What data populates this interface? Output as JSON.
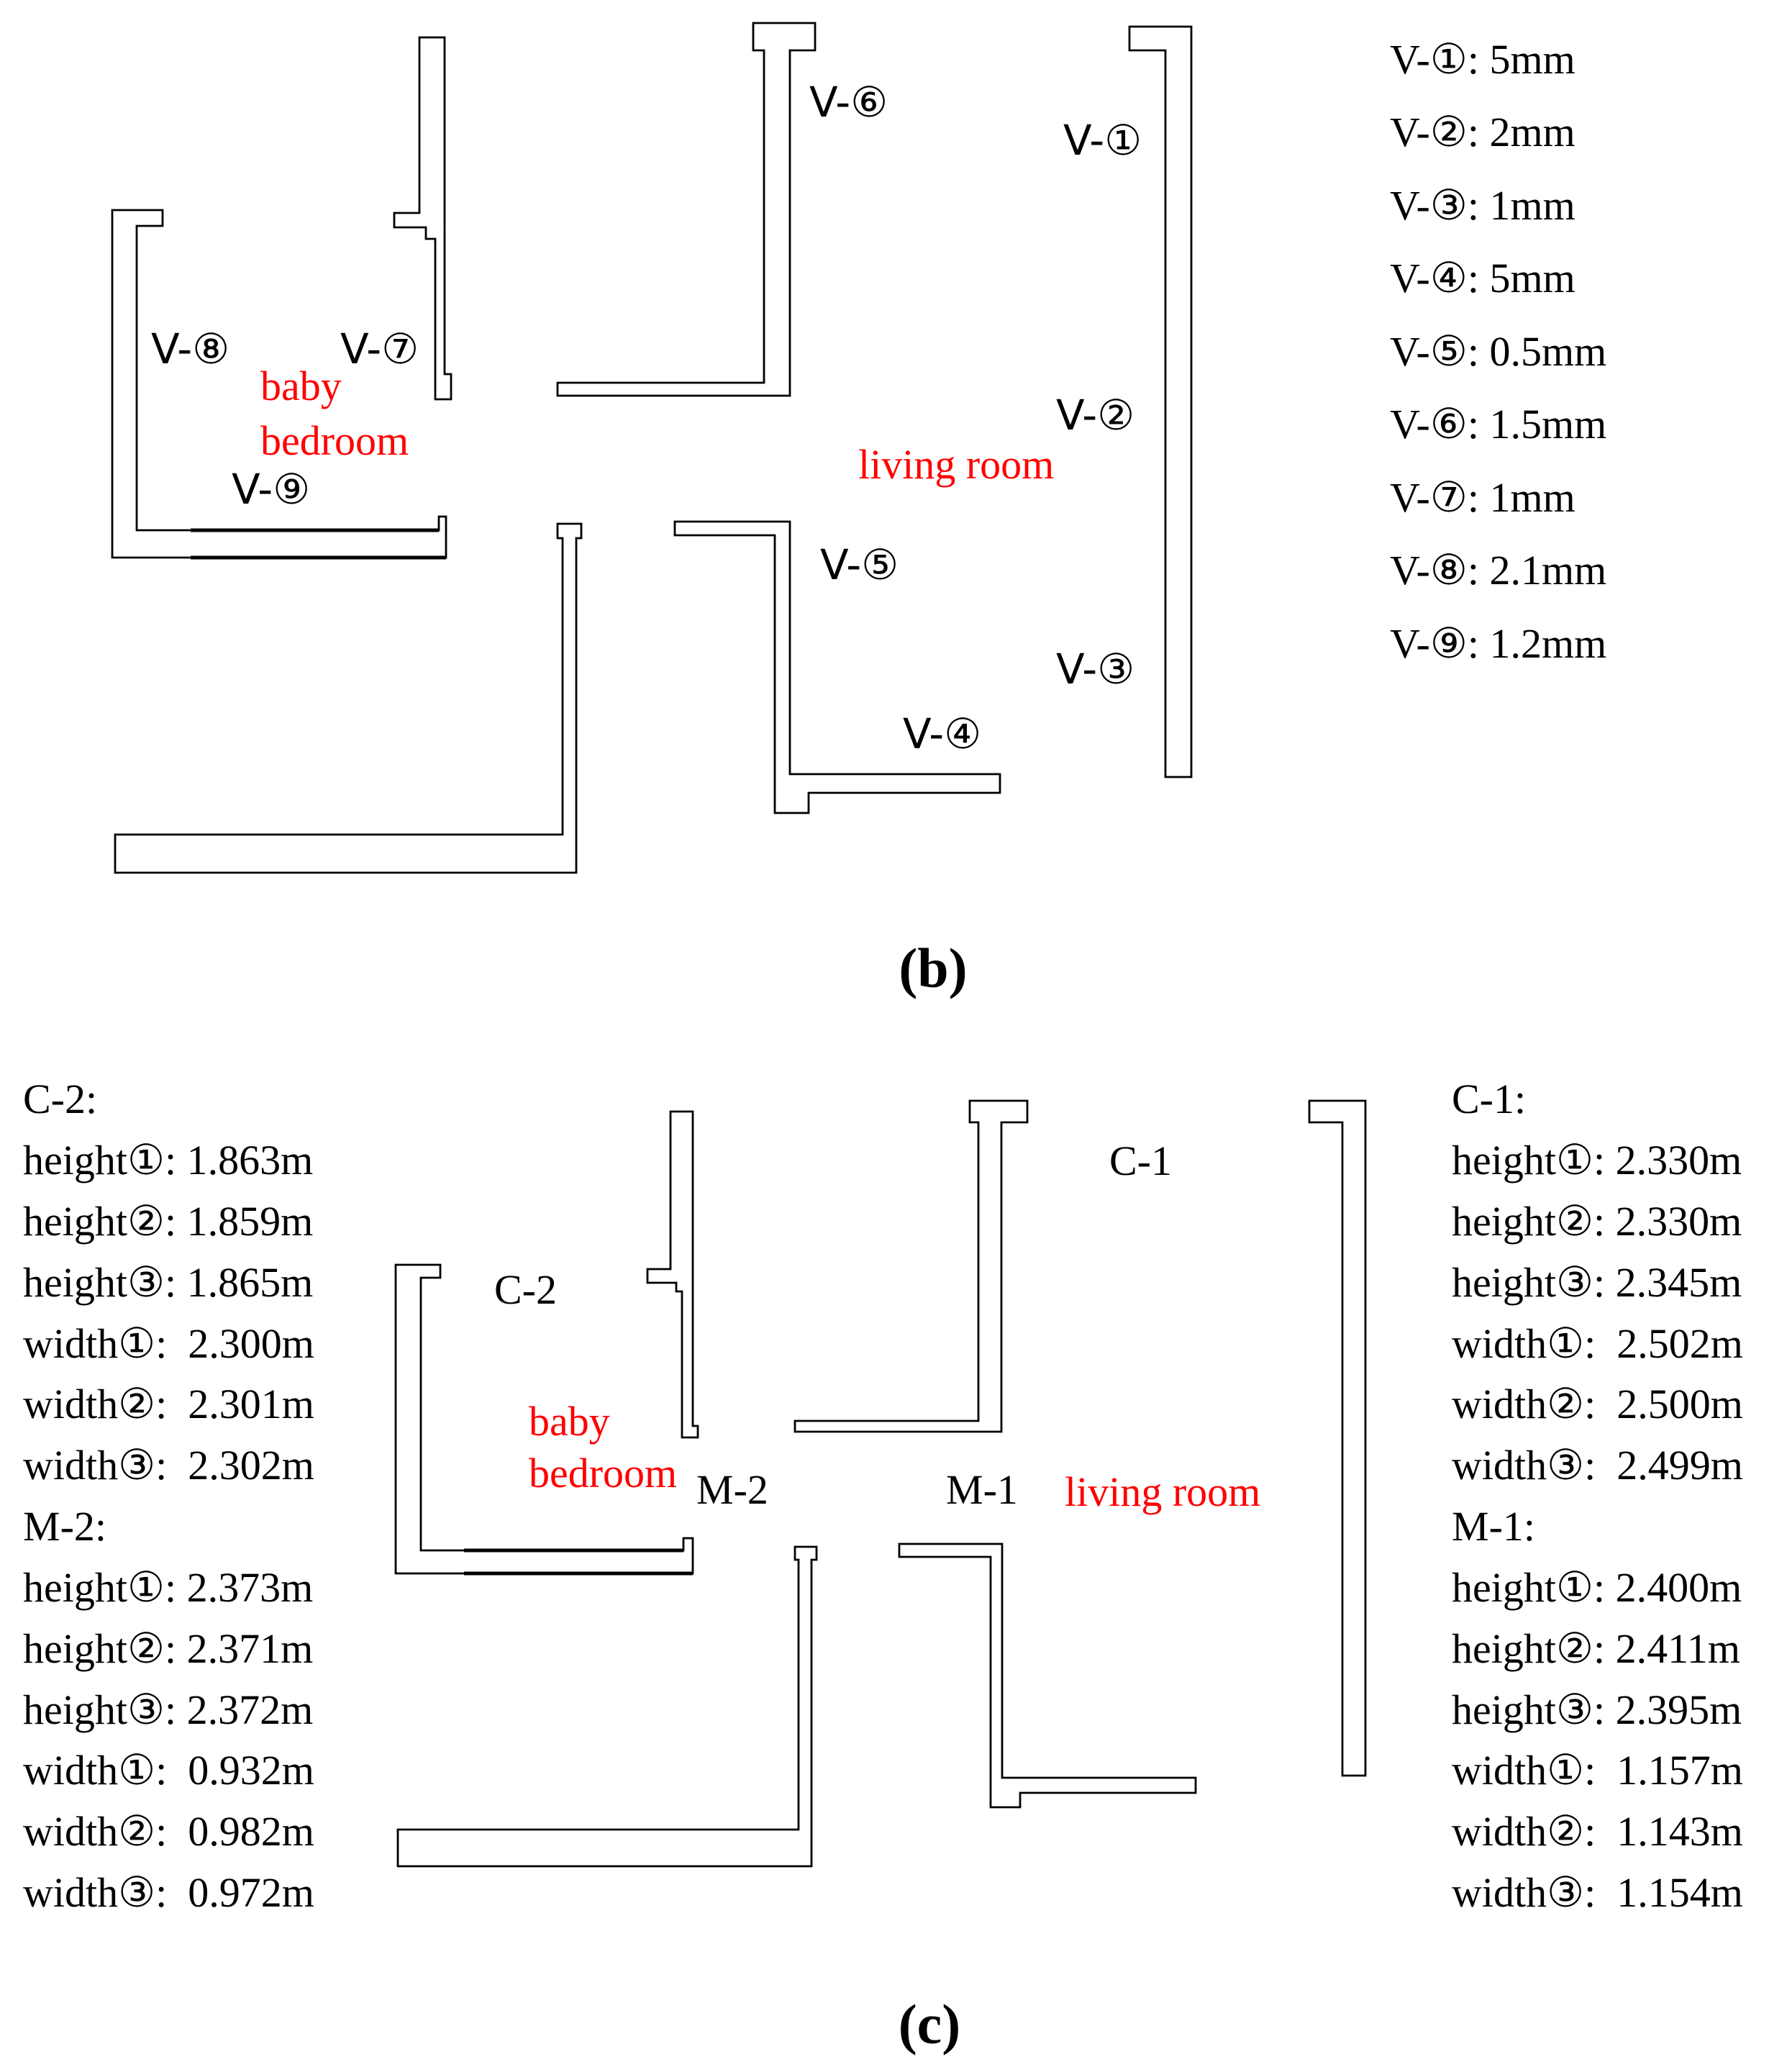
{
  "colors": {
    "text": "#000000",
    "room_label": "#ff0000",
    "wall_stroke": "#000000"
  },
  "panel_b": {
    "caption": "(b)",
    "rooms": {
      "baby_1": "baby",
      "baby_2": "bedroom",
      "living": "living room"
    },
    "markers": {
      "v1": "V-①",
      "v2": "V-②",
      "v3": "V-③",
      "v4": "V-④",
      "v5": "V-⑤",
      "v6": "V-⑥",
      "v7": "V-⑦",
      "v8": "V-⑧",
      "v9": "V-⑨"
    },
    "legend": [
      "V-①: 5mm",
      "V-②: 2mm",
      "V-③: 1mm",
      "V-④: 5mm",
      "V-⑤: 0.5mm",
      "V-⑥: 1.5mm",
      "V-⑦: 1mm",
      "V-⑧: 2.1mm",
      "V-⑨: 1.2mm"
    ]
  },
  "panel_c": {
    "caption": "(c)",
    "rooms": {
      "baby_1": "baby",
      "baby_2": "bedroom",
      "living": "living room"
    },
    "markers": {
      "c1": "C-1",
      "c2": "C-2",
      "m1": "M-1",
      "m2": "M-2"
    },
    "left_list": [
      "C-2:",
      "height①: 1.863m",
      "height②: 1.859m",
      "height③: 1.865m",
      "width①:  2.300m",
      "width②:  2.301m",
      "width③:  2.302m",
      "M-2:",
      "height①: 2.373m",
      "height②: 2.371m",
      "height③: 2.372m",
      "width①:  0.932m",
      "width②:  0.982m",
      "width③:  0.972m"
    ],
    "right_list": [
      "C-1:",
      "height①: 2.330m",
      "height②: 2.330m",
      "height③: 2.345m",
      "width①:  2.502m",
      "width②:  2.500m",
      "width③:  2.499m",
      "M-1:",
      "height①: 2.400m",
      "height②: 2.411m",
      "height③: 2.395m",
      "width①:  1.157m",
      "width②:  1.143m",
      "width③:  1.154m"
    ]
  }
}
